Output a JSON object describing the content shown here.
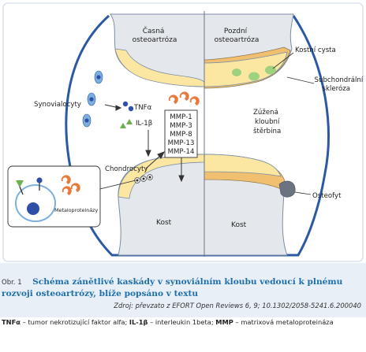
{
  "figure": {
    "labels": {
      "early": [
        "Časná",
        "osteoartróza"
      ],
      "late": [
        "Pozdní",
        "osteoartróza"
      ],
      "synoviocytes": "Synovialocyty",
      "tnf": "TNFα",
      "il1b": "IL-1β",
      "chondrocytes": "Chondrocyty",
      "metalloproteinases": "Metaloproteinázy",
      "bone_left": "Kost",
      "bone_right": "Kost",
      "bone_cyst": "Kostní cysta",
      "subchondral_sclerosis": [
        "Subchondrální",
        "skleróza"
      ],
      "narrowed_gap": [
        "Zúžená",
        "kloubní",
        "štěrbina"
      ],
      "osteophyte": "Osteofyt"
    },
    "mmp_list": [
      "MMP-1",
      "MMP-3",
      "MMP-8",
      "MMP-13",
      "MMP-14"
    ],
    "colors": {
      "bone": "#e4e8ed",
      "bone_edge": "#7b8da4",
      "cartilage": "#fbe7a1",
      "sclerosis": "#f0c070",
      "cyst": "#9fd27f",
      "capsule": "#2b5aa3",
      "cell": "#7bb0de",
      "nucleus": "#2e4fa8",
      "enzyme": "#e8793a",
      "ligand": "#6ab04c",
      "osteophyte": "#6b7380"
    }
  },
  "caption": {
    "number": "Obr. 1",
    "title": "Schéma zánětlivé kaskády v synoviálním kloubu vedoucí k plnému rozvoji osteoartrózy, blíže popsáno v textu",
    "source": "Zdroj: převzato z EFORT Open Reviews 6, 9; 10.1302/2058-5241.6.200040",
    "abbr": [
      {
        "term": "TNFα",
        "def": " – tumor nekrotizující faktor alfa; "
      },
      {
        "term": "IL-1β",
        "def": " – interleukin 1beta; "
      },
      {
        "term": "MMP",
        "def": " – matrixová metaloproteináza"
      }
    ]
  }
}
